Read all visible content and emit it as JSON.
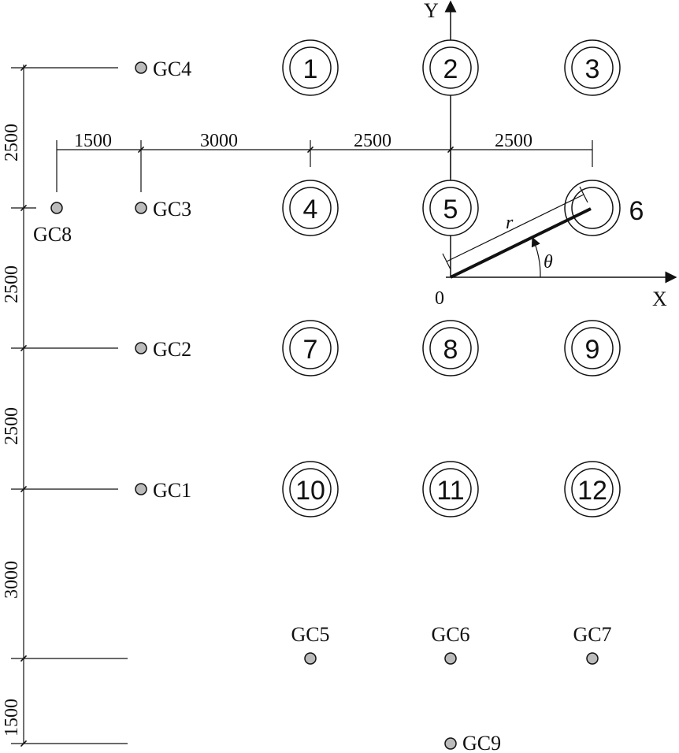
{
  "axes": {
    "y_label": "Y",
    "x_label": "X",
    "origin_label": "0",
    "radius_label": "r",
    "angle_label": "θ"
  },
  "piles": [
    "1",
    "2",
    "3",
    "4",
    "5",
    "6",
    "7",
    "8",
    "9",
    "10",
    "11",
    "12"
  ],
  "gauges": [
    "GC1",
    "GC2",
    "GC3",
    "GC4",
    "GC5",
    "GC6",
    "GC7",
    "GC8",
    "GC9"
  ],
  "dims_top": [
    "1500",
    "3000",
    "2500",
    "2500"
  ],
  "dims_left": [
    "2500",
    "2500",
    "2500",
    "3000",
    "1500"
  ]
}
